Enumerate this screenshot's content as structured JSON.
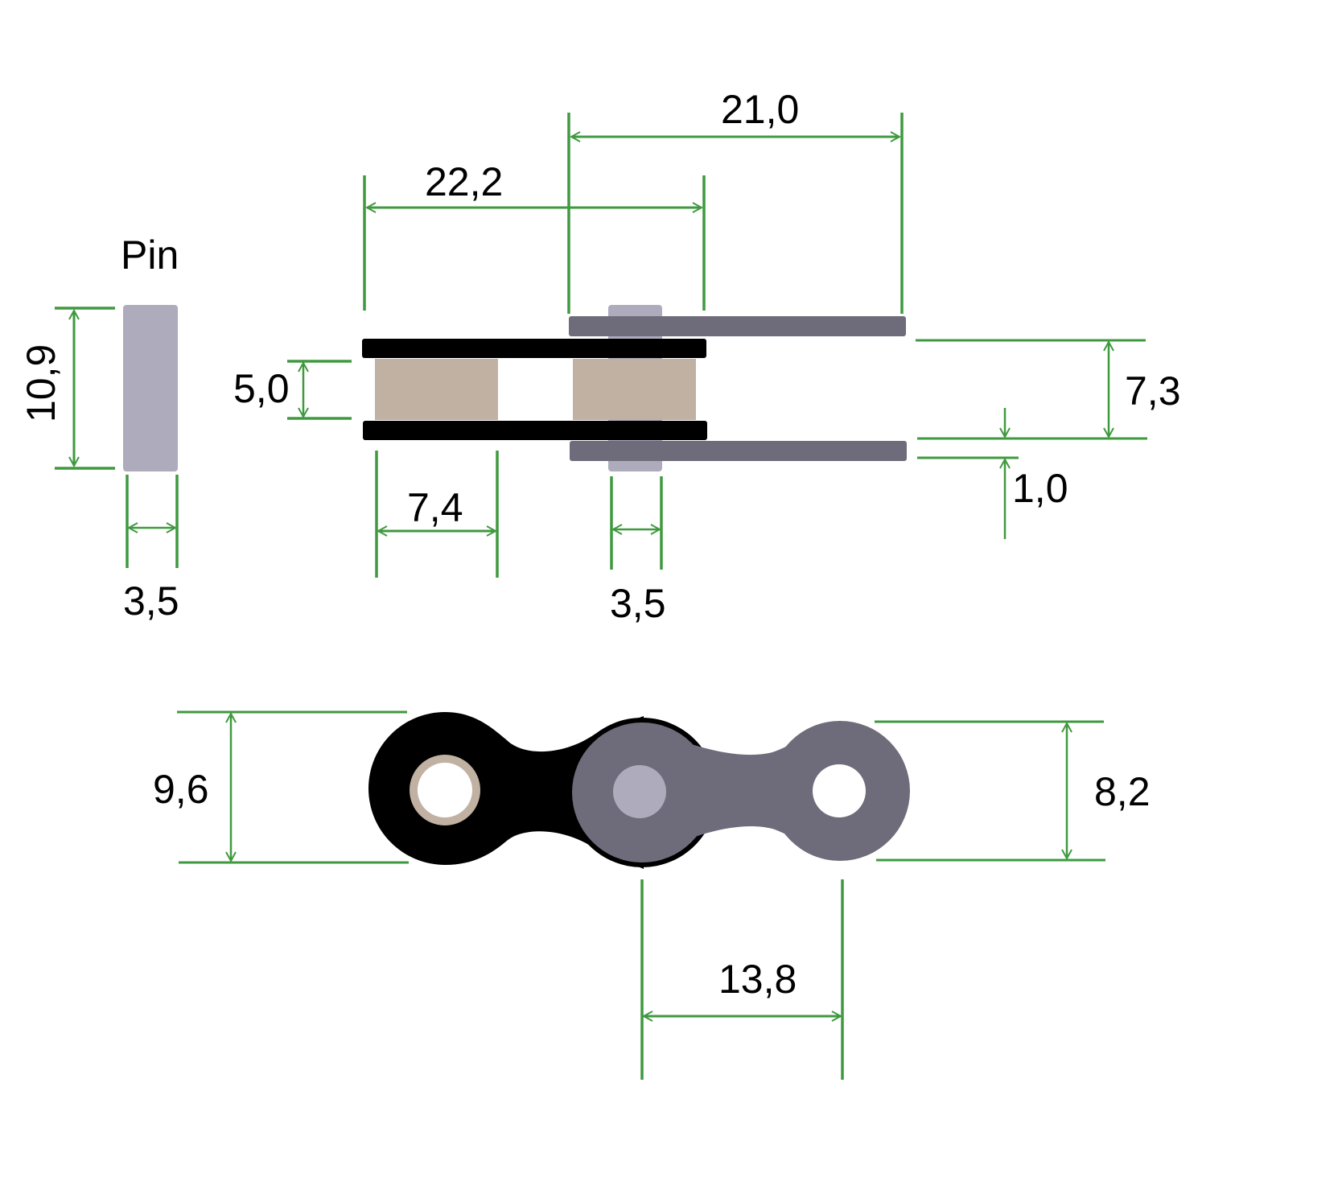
{
  "title": "Pin",
  "colors": {
    "dimension_line": "#3f993f",
    "inner_plate": "#000000",
    "outer_plate": "#6e6c7a",
    "roller": "#c0b1a2",
    "pin": "#aeabbd"
  },
  "dimensions": {
    "pin_length": "10,9",
    "pin_diameter": "3,5",
    "outer_pitch_span": "21,0",
    "inner_span": "22,2",
    "roller_diameter": "5,0",
    "outer_inner_width": "7,3",
    "plate_thickness": "1,0",
    "roller_width": "7,4",
    "pin_diameter_assembly": "3,5",
    "inner_plate_height": "9,6",
    "outer_plate_height": "8,2",
    "pitch": "13,8"
  }
}
